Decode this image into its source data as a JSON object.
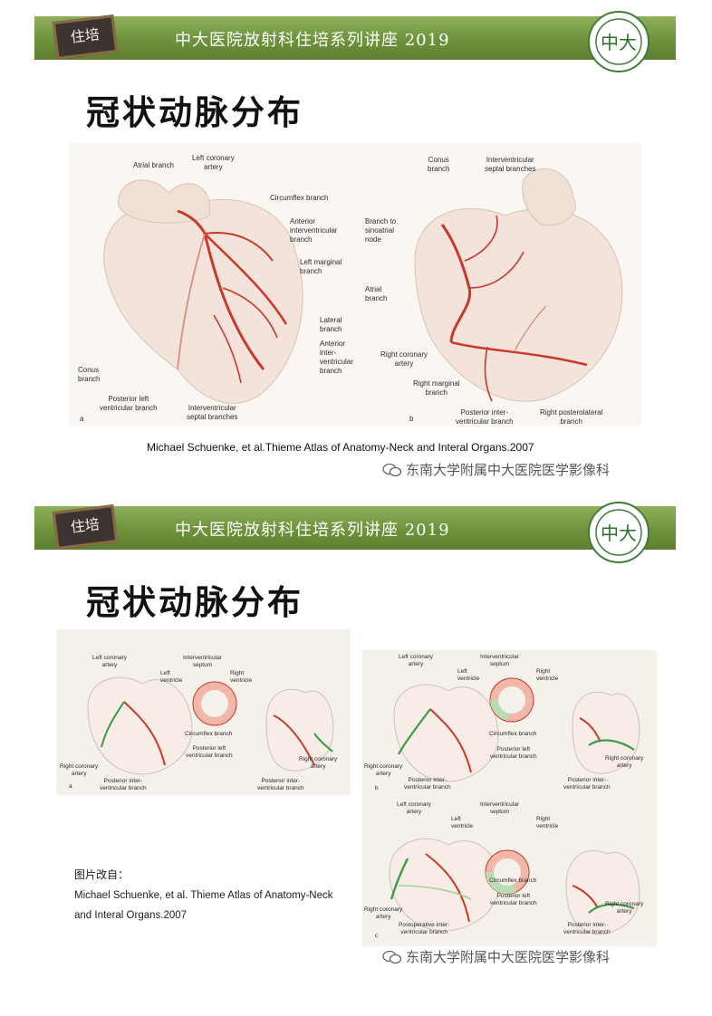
{
  "header": {
    "badge": "住培",
    "title": "中大医院放射科住培系列讲座 2019",
    "logo_text": "中大"
  },
  "slide1": {
    "heading": "冠状动脉分布",
    "figure_a": {
      "panel_letter": "a",
      "labels": {
        "atrial_branch": "Atrial branch",
        "left_coronary_artery": "Left coronary\nartery",
        "circumflex_branch": "Circumflex branch",
        "anterior_interventricular_branch": "Anterior\ninterventricular\nbranch",
        "left_marginal_branch": "Left marginal\nbranch",
        "lateral_branch": "Lateral\nbranch",
        "anterior_interventricular_branch_2": "Anterior\ninter-\nventricular\nbranch",
        "conus_branch": "Conus\nbranch",
        "posterior_left_ventricular_branch": "Posterior left\nventricular branch",
        "interventricular_septal_branches": "Interventricular\nseptal branches"
      }
    },
    "figure_b": {
      "panel_letter": "b",
      "labels": {
        "conus_branch": "Conus\nbranch",
        "interventricular_septal_branches": "Interventricular\nseptal branches",
        "branch_to_sinoatrial_node": "Branch to\nsinoatrial\nnode",
        "atrial_branch": "Atrial\nbranch",
        "right_coronary_artery": "Right coronary\nartery",
        "right_marginal_branch": "Right marginal\nbranch",
        "posterior_interventricular_branch": "Posterior inter-\nventricular branch",
        "right_posterolateral_branch": "Right posterolateral\nbranch"
      }
    },
    "caption": "Michael Schuenke, et al.Thieme Atlas of Anatomy-Neck and Interal Organs.2007",
    "watermark": "东南大学附属中大医院医学影像科"
  },
  "slide2": {
    "heading": "冠状动脉分布",
    "source_title": "图片改自：",
    "source_text": "Michael Schuenke, et al. Thieme Atlas of Anatomy-Neck and Interal Organs.2007",
    "watermark": "东南大学附属中大医院医学影像科",
    "panels": [
      {
        "letter": "a",
        "left_coronary_artery": "Left coronary\nartery",
        "interventricular_septum": "Interventricular\nseptum",
        "left_ventricle": "Left\nventricle",
        "right_ventricle": "Right\nventricle",
        "circumflex_branch": "Circumflex branch",
        "posterior_left_ventricular_branch": "Posterior left\nventricular branch",
        "right_coronary_artery": "Right coronary\nartery",
        "right_coronary_artery_2": "Right coronary\nartery",
        "posterior_interventricular_branch": "Posterior inter-\nventricular branch",
        "posterior_interventricular_branch_2": "Posterior inter-\nventricular branch"
      },
      {
        "letter": "b",
        "left_coronary_artery": "Left coronary\nartery",
        "interventricular_septum": "Interventricular\nseptum",
        "left_ventricle": "Left\nventricle",
        "right_ventricle": "Right\nventricle",
        "circumflex_branch": "Circumflex branch",
        "posterior_left_ventricular_branch": "Posterior left\nventricular branch",
        "right_coronary_artery": "Right coronary\nartery",
        "right_coronary_artery_2": "Right coronary\nartery",
        "posterior_interventricular_branch": "Posterior inter-\nventricular branch",
        "posterior_interventricular_branch_2": "Posterior inter-\nventricular branch"
      },
      {
        "letter": "c",
        "left_coronary_artery": "Left coronary\nartery",
        "interventricular_septum": "Interventricular\nseptum",
        "left_ventricle": "Left\nventricle",
        "right_ventricle": "Right\nventricle",
        "circumflex_branch": "Circumflex branch",
        "posterior_left_ventricular_branch": "Posterior left\nventricular branch",
        "right_coronary_artery": "Right coronary\nartery",
        "right_coronary_artery_2": "Right coronary\nartery",
        "postoperative_interventricular_branch": "Postoperative inter-\nventricular branch",
        "posterior_interventricular_branch_2": "Posterior inter-\nventricular branch"
      }
    ]
  },
  "colors": {
    "banner": "#6e923c",
    "artery_red": "#c9392b",
    "artery_green": "#3a9b45",
    "heart": "#f2e2d8"
  }
}
